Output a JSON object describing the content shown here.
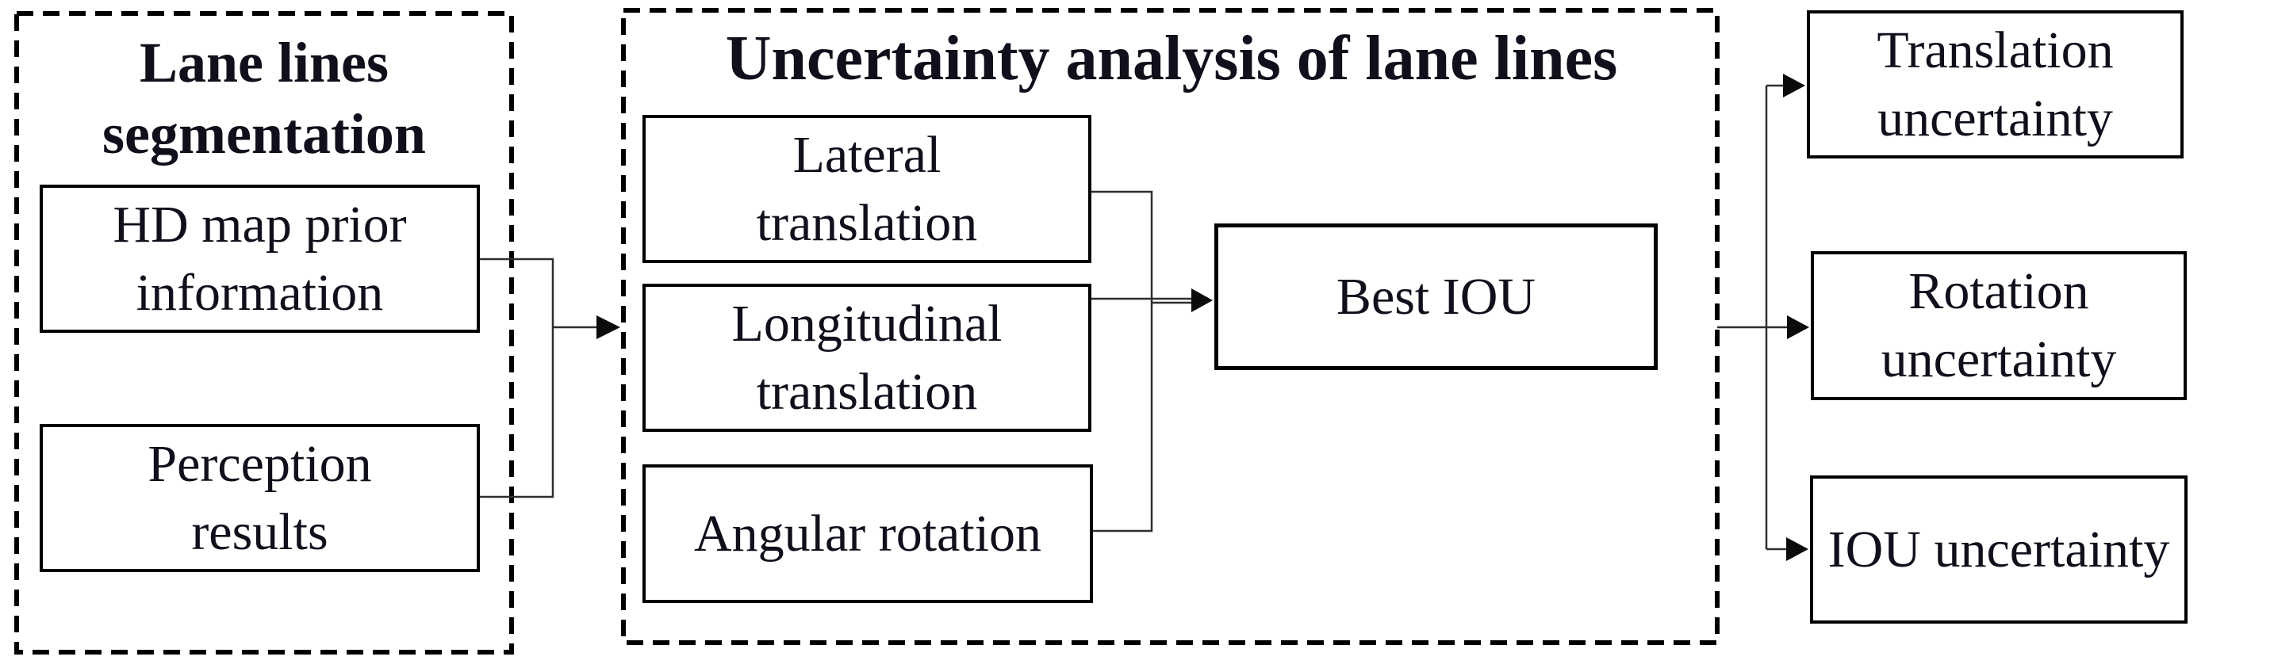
{
  "colors": {
    "background": "#ffffff",
    "ink": "#10101c",
    "box-border": "#000000",
    "connector": "#2e2e2e",
    "arrow": "#0b0b0b"
  },
  "groups": {
    "segmentation": {
      "title_line1": "Lane lines",
      "title_line2": "segmentation"
    },
    "analysis": {
      "title": "Uncertainty analysis of lane lines"
    }
  },
  "nodes": {
    "hd_map": {
      "line1": "HD map prior",
      "line2": "information"
    },
    "perception": {
      "line1": "Perception",
      "line2": "results"
    },
    "lateral": {
      "line1": "Lateral",
      "line2": "translation"
    },
    "longitudinal": {
      "line1": "Longitudinal",
      "line2": "translation"
    },
    "angular": {
      "label": "Angular rotation"
    },
    "best_iou": {
      "label": "Best IOU"
    },
    "translation_uncertainty": {
      "line1": "Translation",
      "line2": "uncertainty"
    },
    "rotation_uncertainty": {
      "line1": "Rotation",
      "line2": "uncertainty"
    },
    "iou_uncertainty": {
      "label": "IOU uncertainty"
    }
  }
}
